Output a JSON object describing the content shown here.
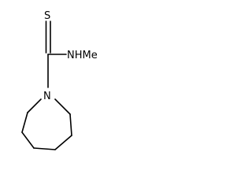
{
  "molecule": {
    "atoms": {
      "sulfur": "S",
      "nhme": "NHMe",
      "ring_nitrogen": "N"
    },
    "colors": {
      "bond": "#000000",
      "label": "#000000",
      "background": "#ffffff"
    }
  }
}
